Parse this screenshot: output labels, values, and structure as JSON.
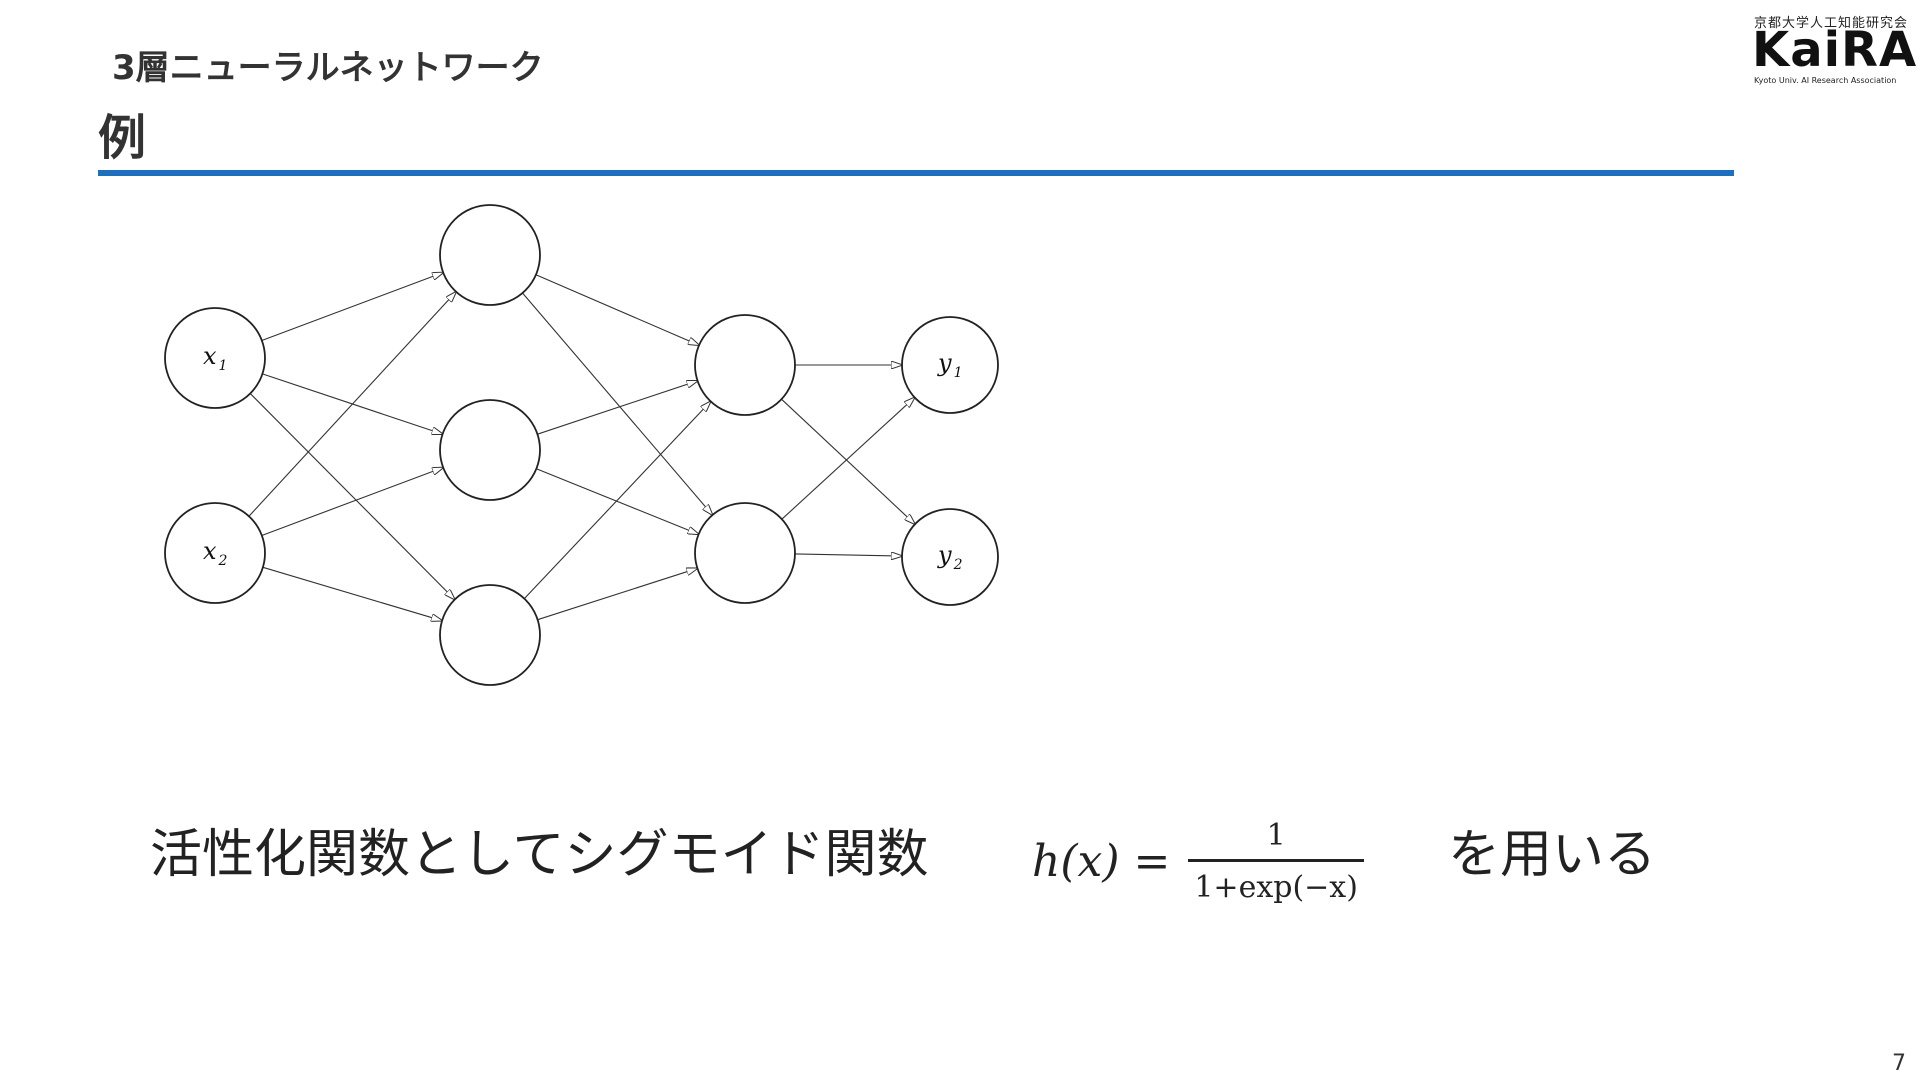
{
  "header": {
    "section_title": "3層ニューラルネットワーク",
    "slide_title": "例",
    "rule_color": "#1f6fbf"
  },
  "logo": {
    "top_text": "京都大学人工知能研究会",
    "main_text": "KaiRA",
    "sub_text": "Kyoto Univ. AI Research Association"
  },
  "diagram": {
    "inputs": [
      {
        "var": "x",
        "sub": "1"
      },
      {
        "var": "x",
        "sub": "2"
      }
    ],
    "outputs": [
      {
        "var": "y",
        "sub": "1"
      },
      {
        "var": "y",
        "sub": "2"
      }
    ],
    "layer_sizes": [
      2,
      3,
      2,
      2
    ]
  },
  "body": {
    "sentence": "活性化関数としてシグモイド関数",
    "formula_lhs": "h(x) =",
    "formula_numerator": "1",
    "formula_denominator": "1+exp(−x)",
    "tail": "を用いる"
  },
  "footer": {
    "page_number": "7"
  }
}
